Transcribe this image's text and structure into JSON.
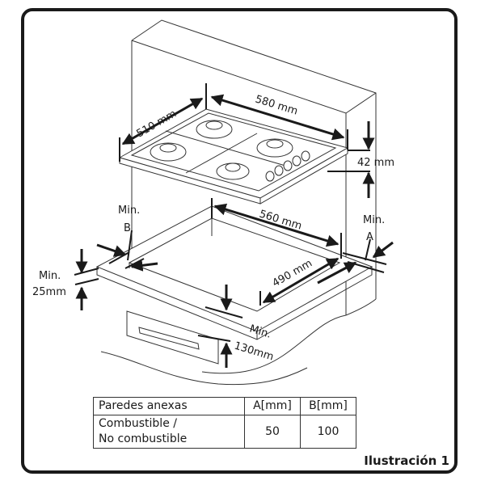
{
  "diagram": {
    "hob_dimensions": {
      "depth": "510 mm",
      "width": "580 mm",
      "height": "42 mm"
    },
    "cutout_dimensions": {
      "width": "560 mm",
      "depth": "490 mm"
    },
    "clearances": {
      "min_b_line1": "Min.",
      "min_b_line2": "B",
      "min_a_line1": "Min.",
      "min_a_line2": "A",
      "min_25_line1": "Min.",
      "min_25_line2": "25mm",
      "min_130_line1": "Min.",
      "min_130_line2": "130mm"
    }
  },
  "table": {
    "headers": [
      "Paredes anexas",
      "A[mm]",
      "B[mm]"
    ],
    "rows": [
      {
        "label_line1": "Combustible /",
        "label_line2": "No combustible",
        "a": "50",
        "b": "100"
      }
    ]
  },
  "caption": "Ilustración 1",
  "colors": {
    "ink": "#1a1a1a",
    "background": "#ffffff"
  }
}
